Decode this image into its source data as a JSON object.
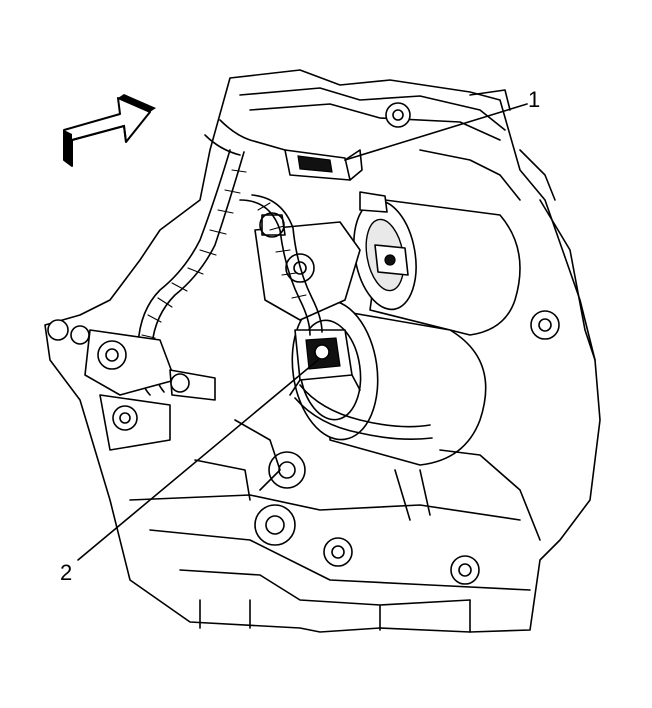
{
  "figure": {
    "callouts": [
      {
        "id": "1",
        "text": "1"
      },
      {
        "id": "2",
        "text": "2"
      }
    ],
    "direction_arrow": {
      "icon": "front-direction-arrow-icon"
    },
    "colors": {
      "line": "#000000",
      "background": "#ffffff"
    }
  }
}
